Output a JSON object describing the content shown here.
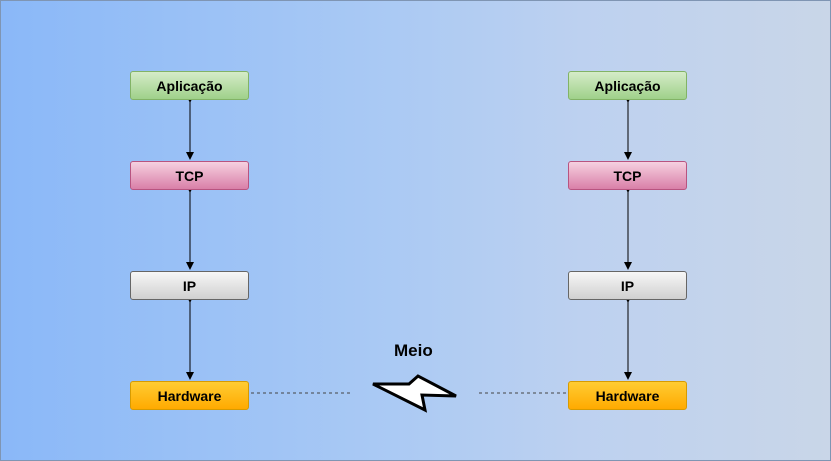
{
  "left_stack": {
    "application": "Aplicação",
    "tcp": "TCP",
    "ip": "IP",
    "hardware": "Hardware"
  },
  "right_stack": {
    "application": "Aplicação",
    "tcp": "TCP",
    "ip": "IP",
    "hardware": "Hardware"
  },
  "medium_label": "Meio",
  "colors": {
    "application_fill": "#b9e0a5",
    "tcp_fill": "#e6a0c0",
    "ip_fill": "#e0e0e0",
    "hardware_fill": "#ffb81c",
    "background_left": "#8ab8f8",
    "background_right": "#c9d6e8"
  }
}
